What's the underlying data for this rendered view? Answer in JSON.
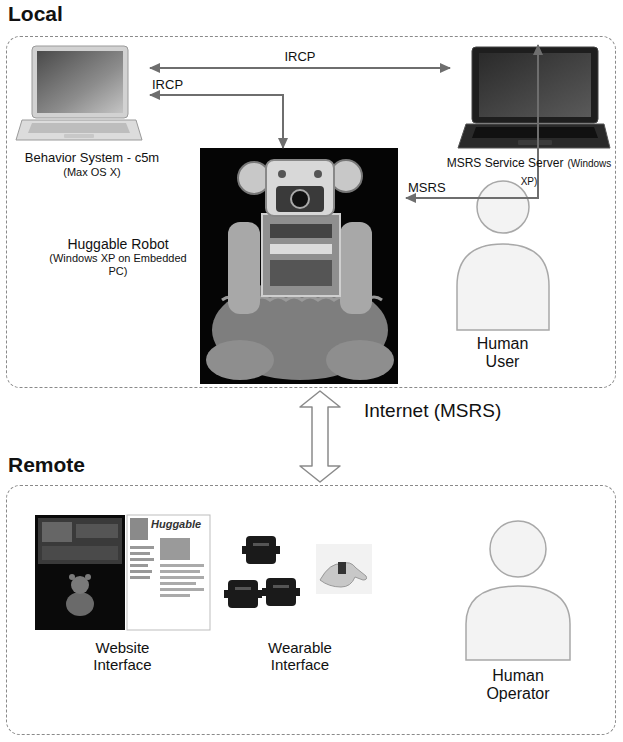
{
  "diagram": {
    "nodes": [
      {
        "text": [
          "Local"
        ]
      },
      {
        "text": [
          "Behavior System - c5m",
          "(Max OS X)"
        ],
        "in": 0
      },
      {
        "text": [
          "MSRS Service Server",
          "(Windows XP)"
        ],
        "in": 0
      },
      {
        "text": [
          "Huggable Robot",
          "(Windows XP on Embedded PC)"
        ],
        "in": 0
      },
      {
        "text": [
          "Human User"
        ],
        "in": 0
      },
      {
        "text": [
          "Remote"
        ]
      },
      {
        "text": [
          "Website Interface"
        ],
        "in": 5
      },
      {
        "text": [
          "Wearable Interface"
        ],
        "in": 5
      },
      {
        "text": [
          "Human Operator"
        ],
        "in": 5
      }
    ],
    "edges": [
      {
        "from": 1,
        "to": 2,
        "label": "IRCP",
        "arrow": "both"
      },
      {
        "from": 1,
        "to": 3,
        "label": "IRCP",
        "arrow": "both"
      },
      {
        "from": 2,
        "to": 3,
        "label": "MSRS",
        "arrow": "both"
      },
      {
        "from": 0,
        "to": 5,
        "label": "Internet (MSRS)",
        "arrow": "both"
      }
    ],
    "labels": [
      "Huggable"
    ]
  }
}
